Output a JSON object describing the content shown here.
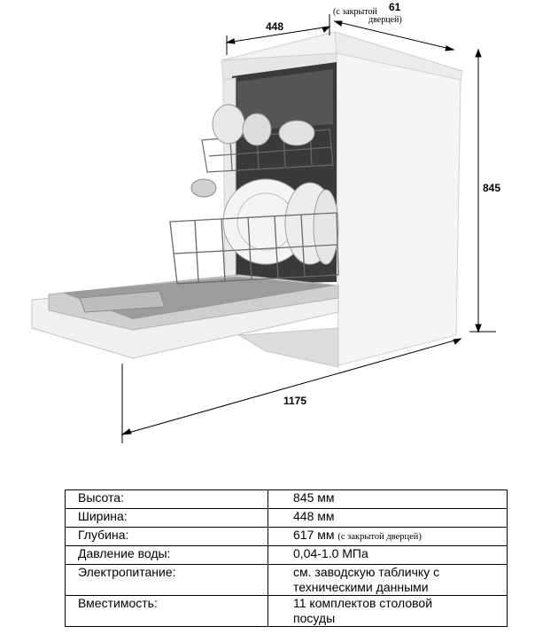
{
  "dimensions": {
    "width": "448",
    "height": "845",
    "depth_open": "1175",
    "depth_closed": "61",
    "depth_closed_note_1": "(с закрытой",
    "depth_closed_note_2": "дверцей)"
  },
  "specs": [
    {
      "label": "Высота:",
      "value": "845 мм"
    },
    {
      "label": "Ширина:",
      "value": "448 мм"
    },
    {
      "label": "Глубина:",
      "value": "617 мм",
      "note": "(с закрытой дверцей)"
    },
    {
      "label": "Давление воды:",
      "value": "0,04-1.0 МПа"
    },
    {
      "label": "Электропитание:",
      "value": "см. заводскую табличку с техническими данными"
    },
    {
      "label": "Вместимость:",
      "value": "11 комплектов столовой посуды"
    }
  ]
}
